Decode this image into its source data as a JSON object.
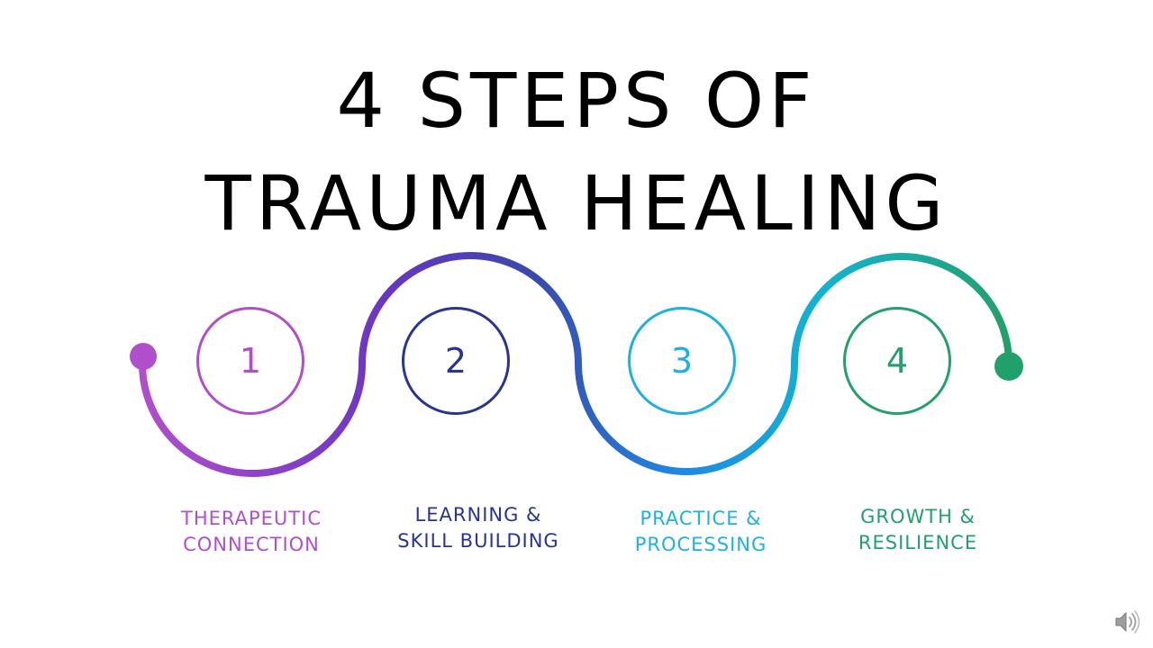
{
  "title": {
    "line1": "4 STEPS OF",
    "line2": "TRAUMA HEALING"
  },
  "steps": [
    {
      "number": "1",
      "label": "THERAPEUTIC\nCONNECTION",
      "color": "#b04fcc"
    },
    {
      "number": "2",
      "label": "LEARNING &\nSKILL BUILDING",
      "color": "#283593"
    },
    {
      "number": "3",
      "label": "PRACTICE &\nPROCESSING",
      "color": "#1eb0e0"
    },
    {
      "number": "4",
      "label": "GROWTH &\nRESILIENCE",
      "color": "#22a06b"
    }
  ],
  "path_gradient": [
    "#b04fcc",
    "#4527a0",
    "#1565c0",
    "#1eb0e0",
    "#22a06b"
  ],
  "icons": {
    "audio": "speaker-icon"
  }
}
